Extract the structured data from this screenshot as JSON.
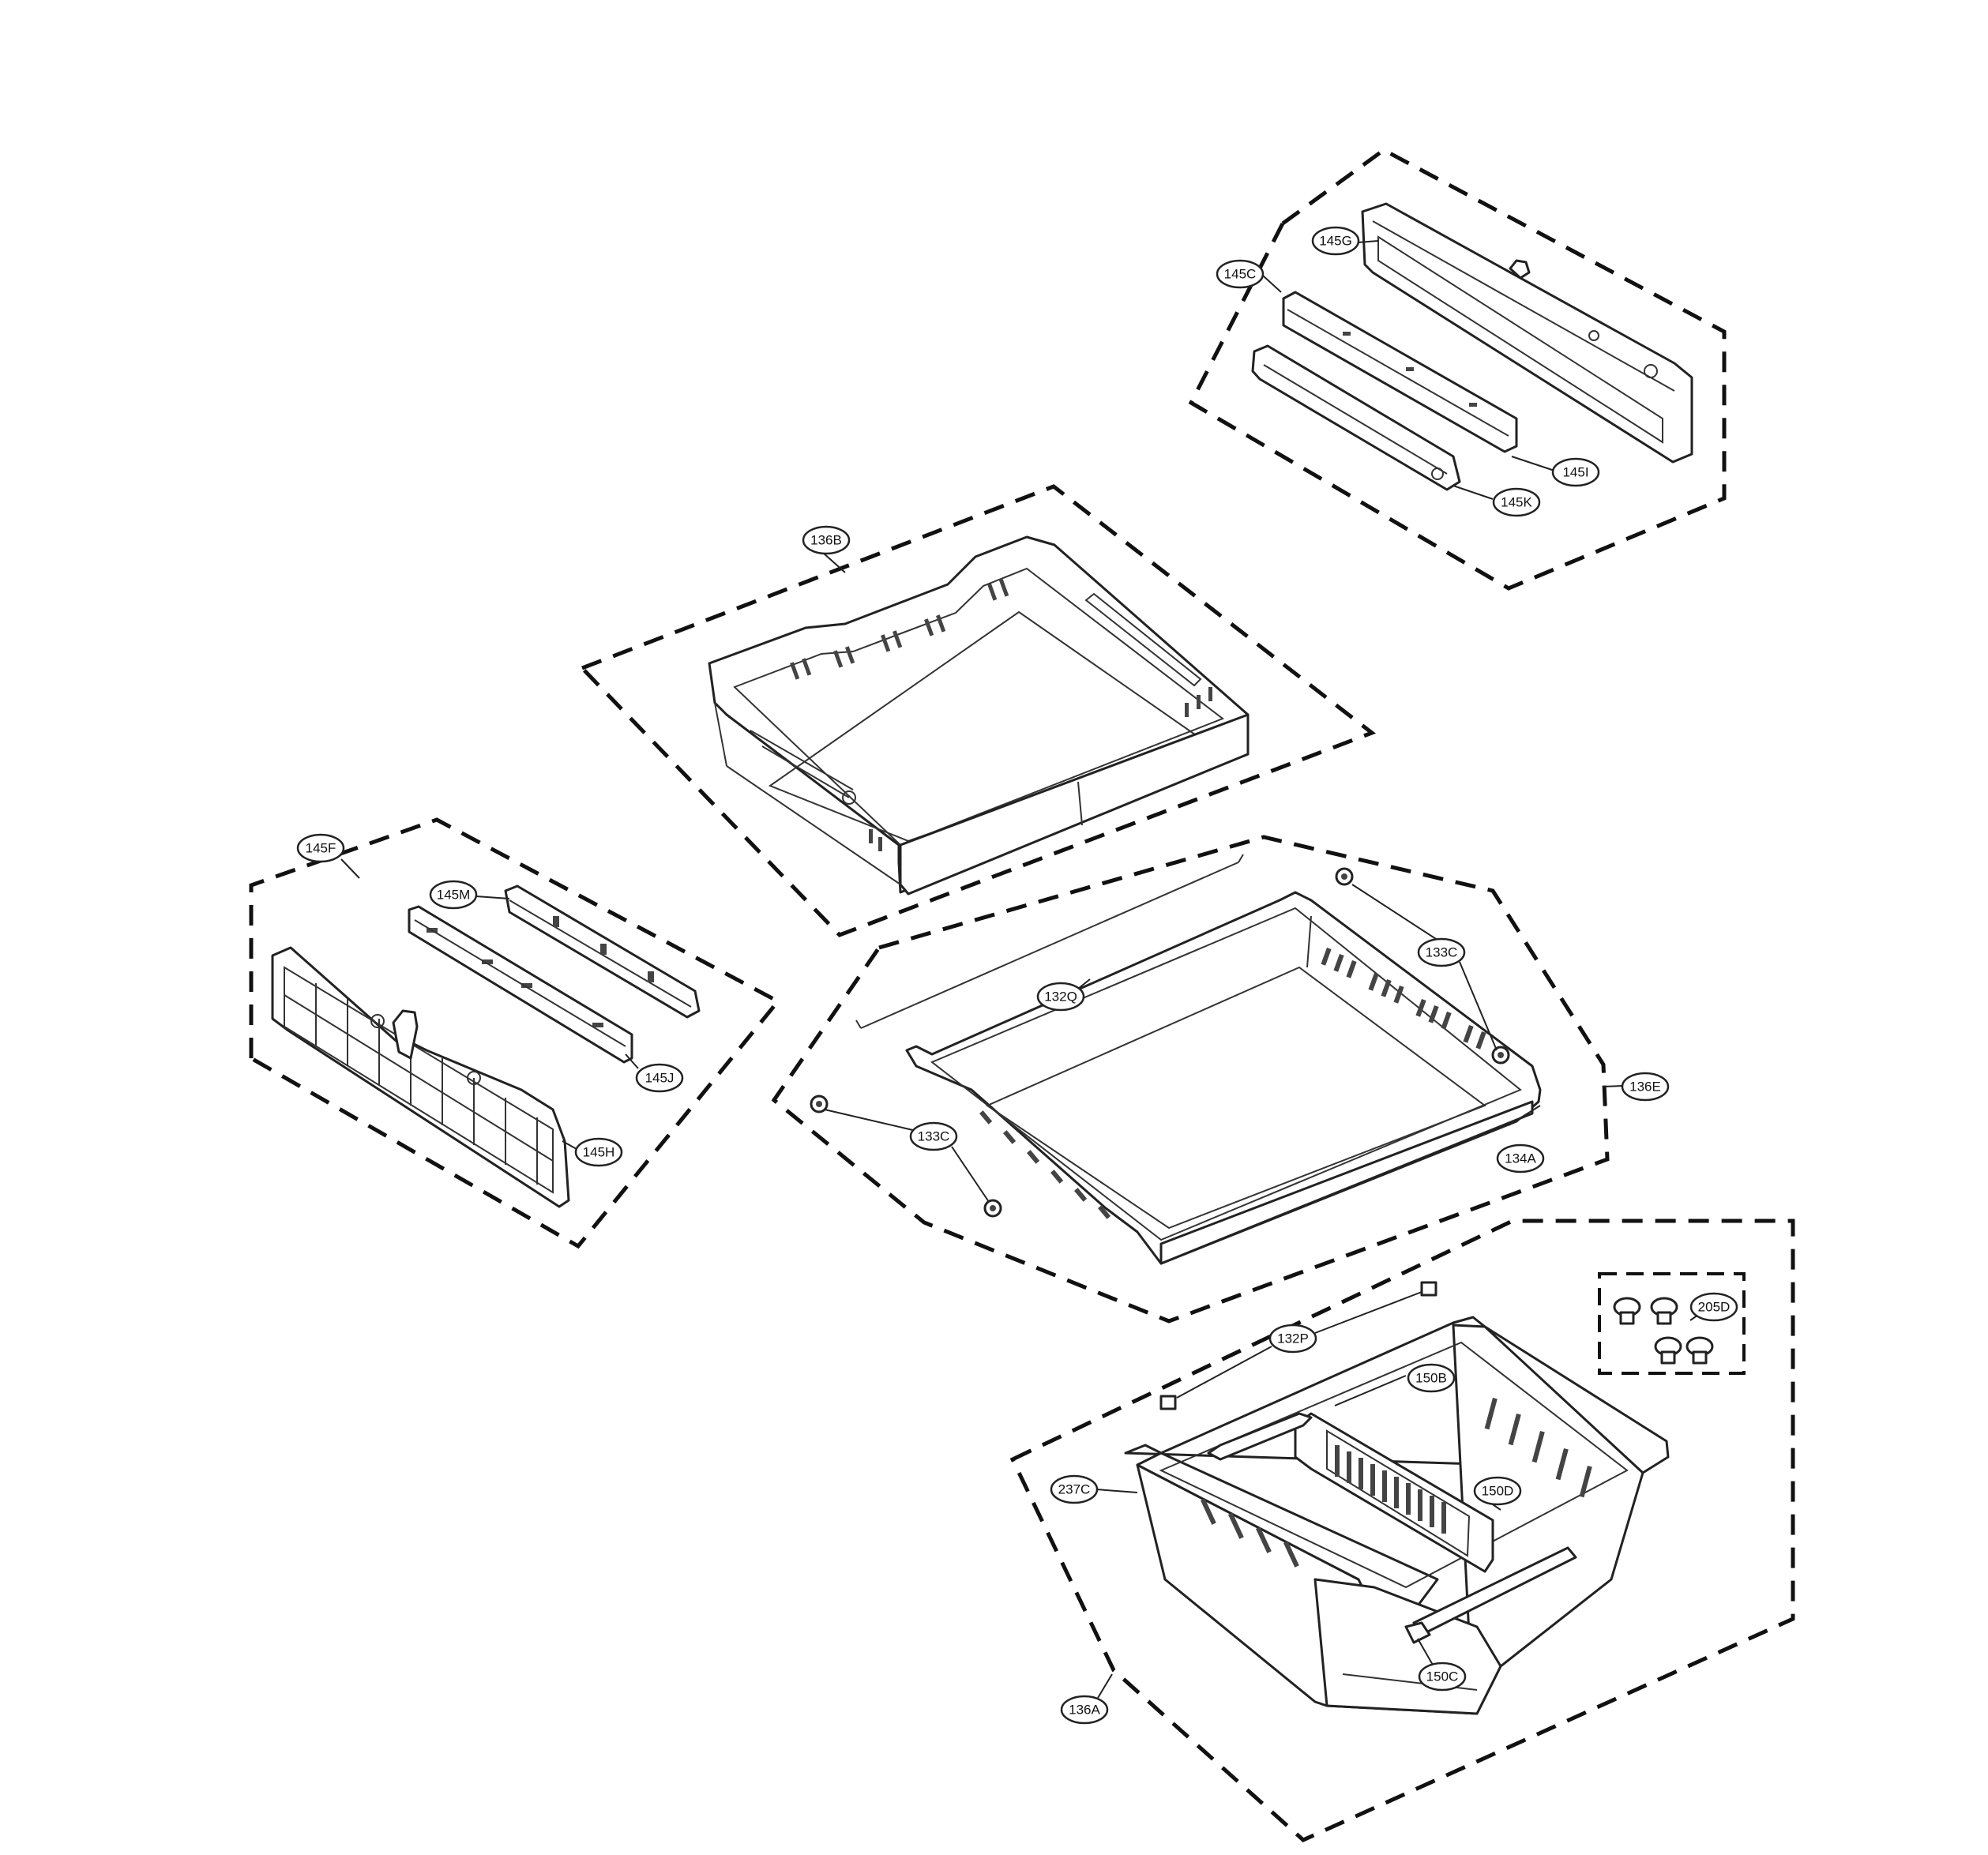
{
  "callouts": {
    "c145C": "145C",
    "c145G": "145G",
    "c145I": "145I",
    "c145K": "145K",
    "c136B": "136B",
    "c145F": "145F",
    "c145M": "145M",
    "c145J": "145J",
    "c145H": "145H",
    "c132Q": "132Q",
    "c133C_top": "133C",
    "c133C_bottom": "133C",
    "c136E": "136E",
    "c134A": "134A",
    "c132P": "132P",
    "c150B": "150B",
    "c150D": "150D",
    "c205D": "205D",
    "c237C": "237C",
    "c150C": "150C",
    "c136A": "136A"
  }
}
